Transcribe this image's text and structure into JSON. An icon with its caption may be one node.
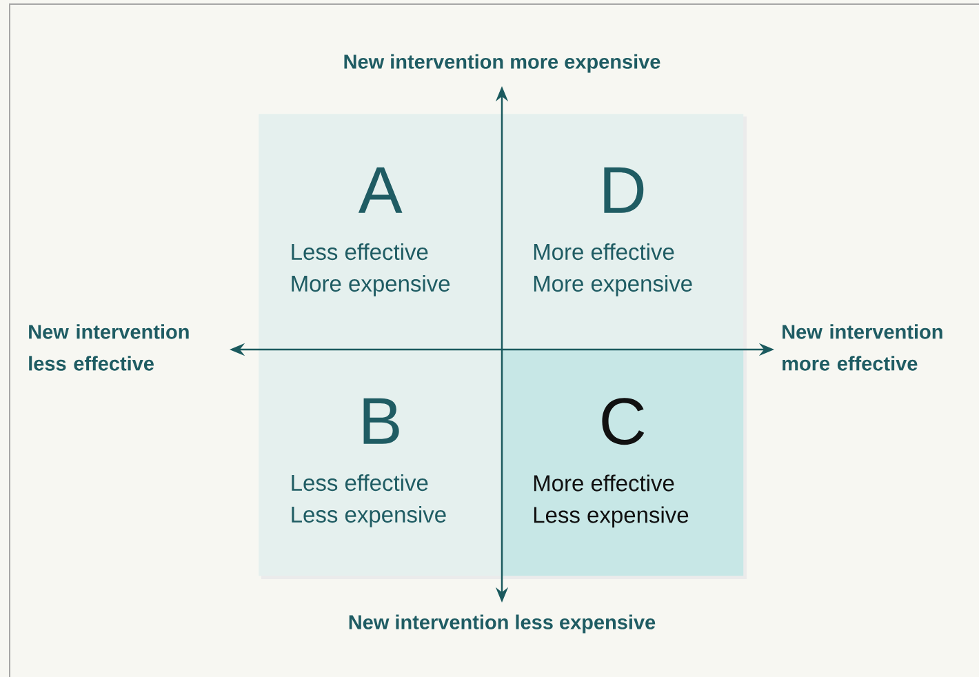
{
  "diagram": {
    "nodes": [
      {
        "text": [
          "A",
          "Less effective More expensive"
        ]
      },
      {
        "text": [
          "D",
          "More effective More expensive"
        ]
      },
      {
        "text": [
          "B",
          "Less effective Less expensive"
        ]
      },
      {
        "text": [
          "C",
          "More effective Less expensive"
        ]
      }
    ],
    "labels": [
      "New intervention more expensive",
      "New intervention less effective",
      "New intervention more effective",
      "New intervention less expensive"
    ]
  }
}
